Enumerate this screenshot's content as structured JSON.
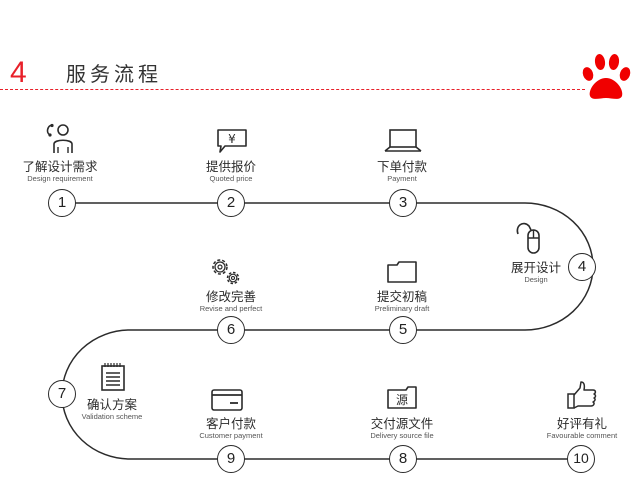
{
  "header": {
    "section_number": "4",
    "title": "服务流程",
    "accent_color": "#e8202a",
    "logo_icon": "paw-print-icon"
  },
  "flow": {
    "line_color": "#2b2b2b",
    "steps": [
      {
        "number": "1",
        "title": "了解设计需求",
        "subtitle": "Design requirement",
        "icon": "customer-service-icon"
      },
      {
        "number": "2",
        "title": "提供报价",
        "subtitle": "Quoted price",
        "icon": "yen-chat-bubble-icon"
      },
      {
        "number": "3",
        "title": "下单付款",
        "subtitle": "Payment",
        "icon": "laptop-icon"
      },
      {
        "number": "4",
        "title": "展开设计",
        "subtitle": "Design",
        "icon": "mouse-icon"
      },
      {
        "number": "5",
        "title": "提交初稿",
        "subtitle": "Preliminary draft",
        "icon": "folder-icon"
      },
      {
        "number": "6",
        "title": "修改完善",
        "subtitle": "Revise and perfect",
        "icon": "gears-icon"
      },
      {
        "number": "7",
        "title": "确认方案",
        "subtitle": "Validation scheme",
        "icon": "notepad-icon"
      },
      {
        "number": "8",
        "title": "交付源文件",
        "subtitle": "Delivery source file",
        "icon": "source-file-icon",
        "icon_label": "源"
      },
      {
        "number": "9",
        "title": "客户付款",
        "subtitle": "Customer payment",
        "icon": "credit-card-icon"
      },
      {
        "number": "10",
        "title": "好评有礼",
        "subtitle": "Favourable comment",
        "icon": "thumbs-up-icon"
      }
    ]
  }
}
